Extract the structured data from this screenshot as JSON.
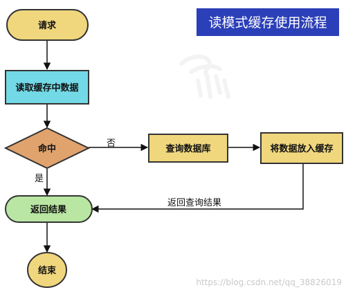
{
  "title": "读模式缓存使用流程",
  "colors": {
    "title_bg": "#2b3fb8",
    "terminal_fill": "#f0d77e",
    "process_fill": "#73d9e6",
    "decision_fill": "#e0a36e",
    "db_fill": "#f0d77e",
    "result_fill": "#b9e6a2",
    "border": "#333333",
    "edge": "#111111"
  },
  "nodes": {
    "request": "请求",
    "read_cache": "读取缓存中数据",
    "hit": "命中",
    "query_db": "查询数据库",
    "put_cache": "将数据放入缓存",
    "return_result": "返回结果",
    "end": "结束"
  },
  "edges": {
    "no_label": "否",
    "yes_label": "是",
    "return_query_label": "返回查询结果"
  },
  "watermark": "https://blog.csdn.net/qq_38826019"
}
